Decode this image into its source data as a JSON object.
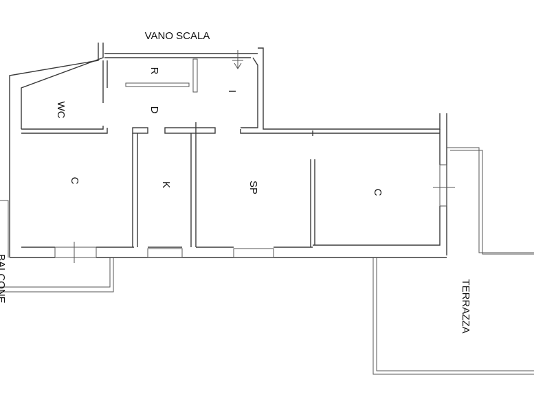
{
  "labels": {
    "vano_scala": "VANO SCALA",
    "r": "R",
    "i": "I",
    "d": "D",
    "wc": "WC",
    "c_left": "C",
    "k": "K",
    "sp": "SP",
    "c_right": "C",
    "terrazza": "TERRAZZA",
    "balcone": "BALCONE"
  }
}
